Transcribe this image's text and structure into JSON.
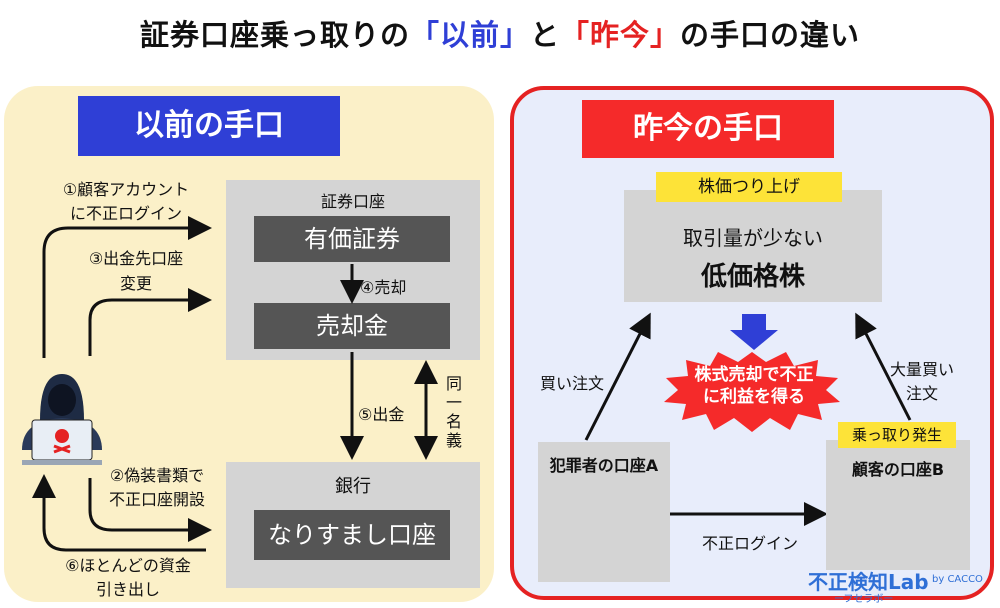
{
  "title": {
    "part1": "証券口座乗っ取りの",
    "hl1": "「以前」",
    "mid": "と",
    "hl2": "「昨今」",
    "part2": "の手口の違い"
  },
  "left": {
    "banner": "以前の手口",
    "step1": [
      "①顧客アカウント",
      "に不正ログイン"
    ],
    "step3": [
      "③出金先口座",
      "変更"
    ],
    "step2": [
      "②偽装書類で",
      "不正口座開設"
    ],
    "step6": [
      "⑥ほとんどの資金",
      "引き出し"
    ],
    "securities_account": "証券口座",
    "securities": "有価証券",
    "step4": "④売却",
    "proceeds": "売却金",
    "step5": "⑤出金",
    "same_name": "同一名義",
    "bank": "銀行",
    "fake_account": "なりすまし口座"
  },
  "right": {
    "banner": "昨今の手口",
    "pump_tag": "株価つり上げ",
    "low_volume": "取引量が少ない",
    "low_price_stock": "低価格株",
    "burst": [
      "株式売却で不正",
      "に利益を得る"
    ],
    "buy_order": [
      "買い",
      "注文"
    ],
    "big_buy_order": [
      "大量買い",
      "注文"
    ],
    "criminal_account": "犯罪者の口座A",
    "takeover_tag": "乗っ取り発生",
    "customer_account": "顧客の口座B",
    "unauthorized_login": "不正ログイン"
  },
  "logo": {
    "text": "不正検知Lab",
    "sub": "ーフセラボー",
    "by": "by CACCO"
  },
  "colors": {
    "blue": "#2f3fd6",
    "red": "#e52222",
    "left_bg": "#fbf0c8",
    "right_bg": "#e8edfb",
    "yellow": "#fde338"
  }
}
